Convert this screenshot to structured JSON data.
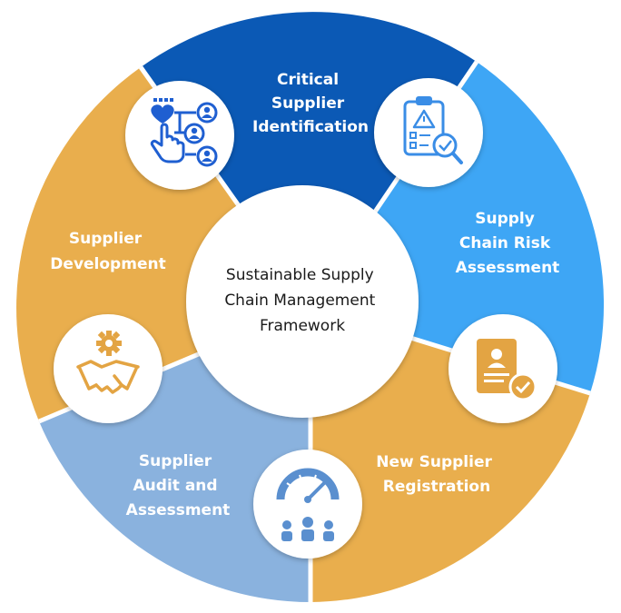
{
  "center": {
    "lines": [
      "Sustainable Supply",
      "Chain Management",
      "Framework"
    ]
  },
  "segments": [
    {
      "id": "critical",
      "lines": [
        "Critical",
        "Supplier",
        "Identification"
      ],
      "color": "#0b59b5",
      "icon": "supplier-network-icon"
    },
    {
      "id": "risk",
      "lines": [
        "Supply",
        "Chain Risk",
        "Assessment"
      ],
      "color": "#3ea6f5",
      "icon": "risk-clipboard-icon"
    },
    {
      "id": "registration",
      "lines": [
        "New Supplier",
        "Registration"
      ],
      "color": "#e9ae4d",
      "icon": "profile-approved-icon"
    },
    {
      "id": "audit",
      "lines": [
        "Supplier",
        "Audit and",
        "Assessment"
      ],
      "color": "#8ab2de",
      "icon": "performance-gauge-team-icon"
    },
    {
      "id": "development",
      "lines": [
        "Supplier",
        "Development"
      ],
      "color": "#e9ae4d",
      "icon": "handshake-gear-icon"
    }
  ]
}
